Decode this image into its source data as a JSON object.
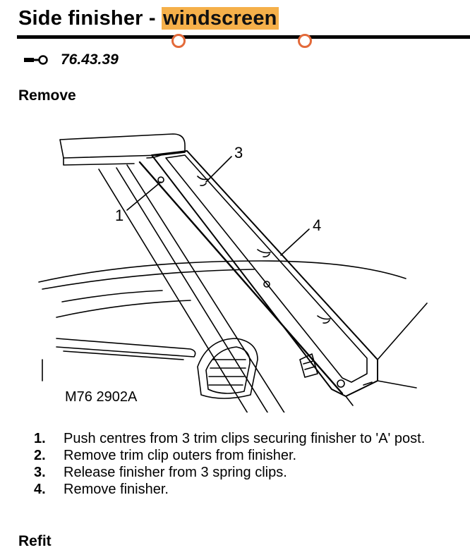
{
  "title": {
    "prefix": "Side finisher - ",
    "highlight": "windscreen"
  },
  "operation": {
    "icon": "wrench-icon",
    "code": "76.43.39"
  },
  "section_heading": "Remove",
  "figure": {
    "code": "M76 2902A",
    "callouts": [
      "1",
      "3",
      "4"
    ]
  },
  "steps": [
    {
      "num": "1.",
      "text": "Push centres from 3 trim clips securing finisher to 'A' post."
    },
    {
      "num": "2.",
      "text": "Remove trim clip outers from finisher."
    },
    {
      "num": "3.",
      "text": "Release finisher from 3 spring clips."
    },
    {
      "num": "4.",
      "text": "Remove finisher."
    }
  ],
  "next_heading": "Refit",
  "colors": {
    "highlight": "#f5b04a",
    "handle": "#e36a3a"
  }
}
